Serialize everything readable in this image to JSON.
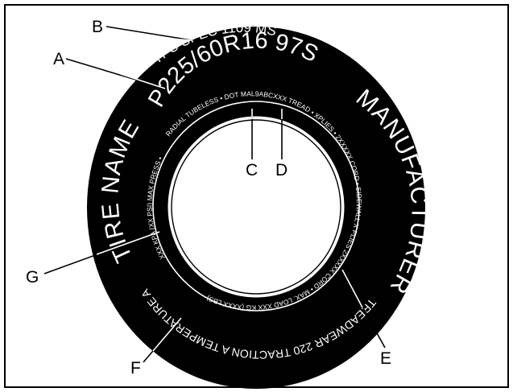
{
  "colors": {
    "tire": "#000000",
    "background": "#ffffff",
    "lettering": "#ffffff"
  },
  "tire": {
    "spec_line": "TPC SPEC 1109 MS",
    "size_line": "P225/60R16  97S",
    "tire_name": "TIRE NAME",
    "manufacturer": "MANUFACTURER",
    "inner_top": "RADIAL TUBELESS • DOT MAL9ABCXXX TREAD • XPLIES • 2XXXXX CORD • SIDEWALL X PLIES 2XXXXX CORD • MAX. LOAD XXX KG (XXXX LBS)",
    "inner_left": "XXX KPA (XX PSI) MAX PRESS •",
    "grading": "TREADWEAR 220  TRACTION A  TEMPERATURE A"
  },
  "callouts": [
    "A",
    "B",
    "C",
    "D",
    "E",
    "F",
    "G"
  ]
}
